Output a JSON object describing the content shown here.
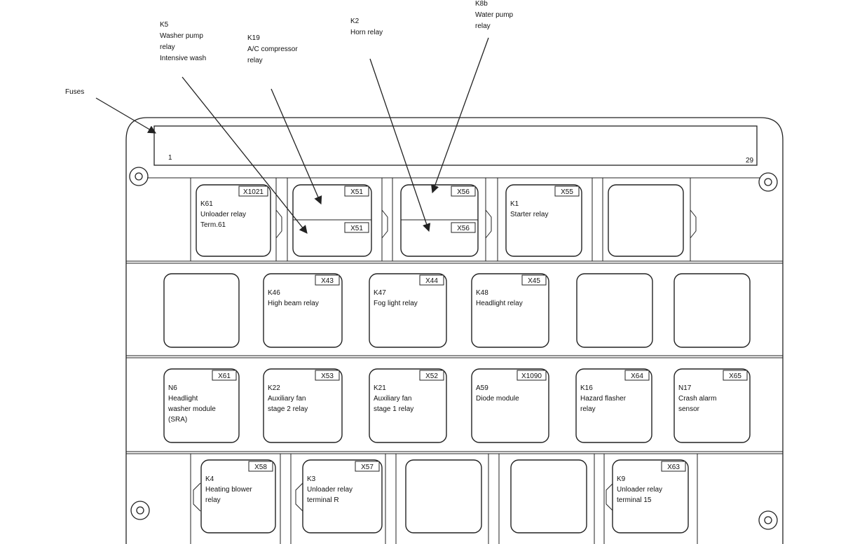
{
  "callouts": {
    "fuses": "Fuses",
    "k5": [
      "K5",
      "Washer pump",
      "relay",
      "Intensive wash"
    ],
    "k19": [
      "K19",
      "A/C compressor",
      "relay"
    ],
    "k2": [
      "K2",
      "Horn relay"
    ],
    "k8b": [
      "K8b",
      "Water pump",
      "relay"
    ]
  },
  "fuse_strip": {
    "first": "1",
    "last": "29"
  },
  "rows": [
    [
      {
        "connector": "X1021",
        "lines": [
          "K61",
          "Unloader relay",
          "Term.61"
        ]
      },
      {
        "connector": "X51",
        "connector2": "X51",
        "lines": []
      },
      {
        "connector": "X56",
        "connector2": "X56",
        "lines": []
      },
      {
        "connector": "X55",
        "lines": [
          "K1",
          "Starter relay"
        ]
      },
      {
        "connector": "",
        "lines": []
      }
    ],
    [
      {
        "connector": "",
        "lines": []
      },
      {
        "connector": "X43",
        "lines": [
          "K46",
          "High beam relay"
        ]
      },
      {
        "connector": "X44",
        "lines": [
          "K47",
          "Fog light relay"
        ]
      },
      {
        "connector": "X45",
        "lines": [
          "K48",
          "Headlight relay"
        ]
      },
      {
        "connector": "",
        "lines": []
      },
      {
        "connector": "",
        "lines": []
      }
    ],
    [
      {
        "connector": "X61",
        "lines": [
          "N6",
          "Headlight",
          "washer module",
          "(SRA)"
        ]
      },
      {
        "connector": "X53",
        "lines": [
          "K22",
          "Auxiliary fan",
          "stage 2 relay"
        ]
      },
      {
        "connector": "X52",
        "lines": [
          "K21",
          "Auxiliary fan",
          "stage 1 relay"
        ]
      },
      {
        "connector": "X1090",
        "lines": [
          "A59",
          "Diode module"
        ]
      },
      {
        "connector": "X64",
        "lines": [
          "K16",
          "Hazard flasher",
          "relay"
        ]
      },
      {
        "connector": "X65",
        "lines": [
          "N17",
          "Crash alarm",
          "sensor"
        ]
      }
    ],
    [
      {
        "connector": "X58",
        "lines": [
          "K4",
          "Heating blower",
          "relay"
        ]
      },
      {
        "connector": "X57",
        "lines": [
          "K3",
          "Unloader relay",
          "terminal R"
        ]
      },
      {
        "connector": "",
        "lines": []
      },
      {
        "connector": "",
        "lines": []
      },
      {
        "connector": "X63",
        "lines": [
          "K9",
          "Unloader relay",
          "terminal 15"
        ]
      }
    ]
  ]
}
